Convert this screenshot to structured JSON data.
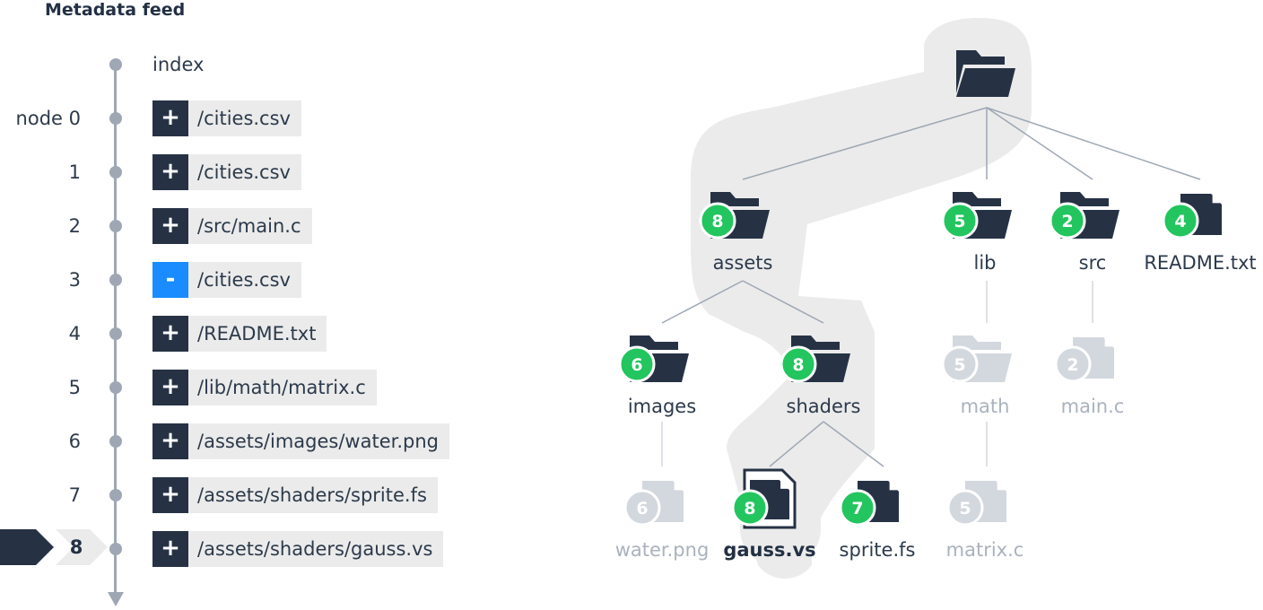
{
  "feed": {
    "title": "Metadata feed",
    "index_label": "index",
    "entries": [
      {
        "node": "node 0",
        "op": "+",
        "path": "/cities.csv"
      },
      {
        "node": "1",
        "op": "+",
        "path": "/cities.csv"
      },
      {
        "node": "2",
        "op": "+",
        "path": "/src/main.c"
      },
      {
        "node": "3",
        "op": "-",
        "path": "/cities.csv"
      },
      {
        "node": "4",
        "op": "+",
        "path": "/README.txt"
      },
      {
        "node": "5",
        "op": "+",
        "path": "/lib/math/matrix.c"
      },
      {
        "node": "6",
        "op": "+",
        "path": "/assets/images/water.png"
      },
      {
        "node": "7",
        "op": "+",
        "path": "/assets/shaders/sprite.fs"
      },
      {
        "node": "8",
        "op": "+",
        "path": "/assets/shaders/gauss.vs"
      }
    ],
    "current_node": "8"
  },
  "tree": {
    "assets": {
      "label": "assets",
      "badge": "8"
    },
    "lib": {
      "label": "lib",
      "badge": "5"
    },
    "src": {
      "label": "src",
      "badge": "2"
    },
    "readme": {
      "label": "README.txt",
      "badge": "4"
    },
    "images": {
      "label": "images",
      "badge": "6"
    },
    "shaders": {
      "label": "shaders",
      "badge": "8"
    },
    "math": {
      "label": "math",
      "badge": "5"
    },
    "main_c": {
      "label": "main.c",
      "badge": "2"
    },
    "water": {
      "label": "water.png",
      "badge": "6"
    },
    "gauss": {
      "label": "gauss.vs",
      "badge": "8"
    },
    "sprite": {
      "label": "sprite.fs",
      "badge": "7"
    },
    "matrix": {
      "label": "matrix.c",
      "badge": "5"
    }
  },
  "colors": {
    "dark": "#263244",
    "muted": "#a9b2be",
    "badge": "#22c55e",
    "minus": "#1a8cff",
    "highlight": "#ebebeb"
  }
}
